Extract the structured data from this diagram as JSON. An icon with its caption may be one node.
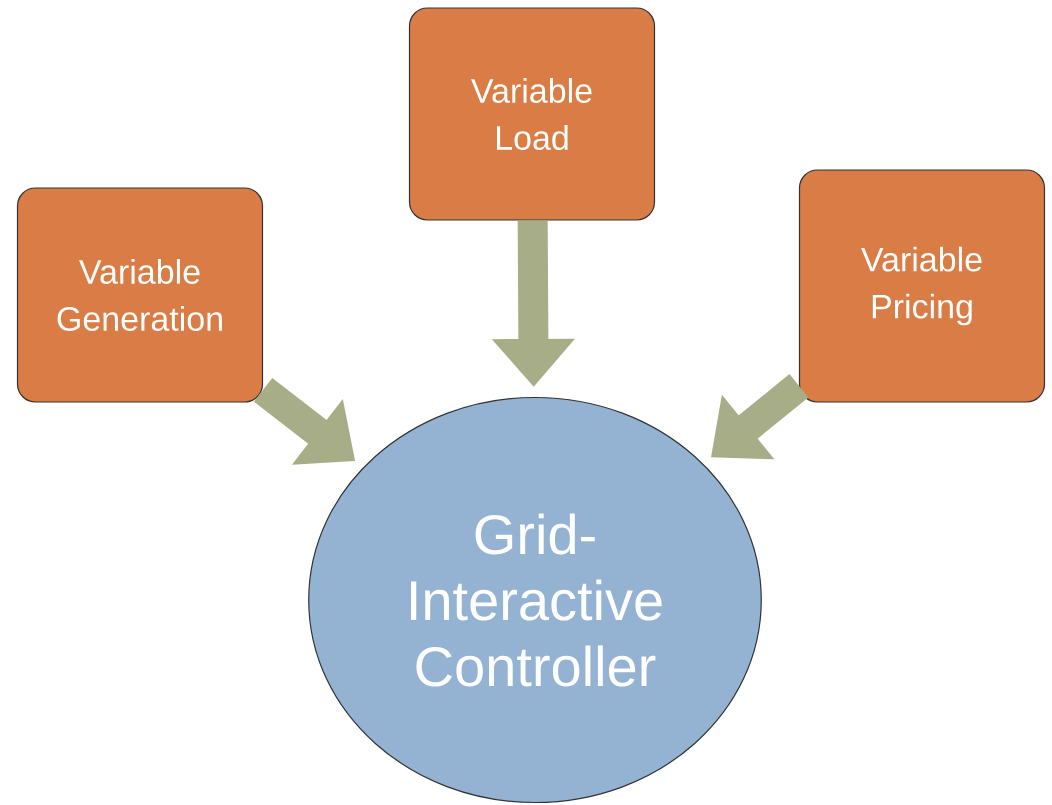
{
  "diagram": {
    "nodes": [
      {
        "text": [
          "Variable Generation"
        ]
      },
      {
        "text": [
          "Variable Load"
        ]
      },
      {
        "text": [
          "Variable Pricing"
        ]
      },
      {
        "text": [
          "Grid-Interactive Controller"
        ]
      }
    ],
    "edges": [
      {
        "from": 0,
        "to": 3,
        "arrow": "to"
      },
      {
        "from": 1,
        "to": 3,
        "arrow": "to"
      },
      {
        "from": 2,
        "to": 3,
        "arrow": "to"
      }
    ]
  }
}
